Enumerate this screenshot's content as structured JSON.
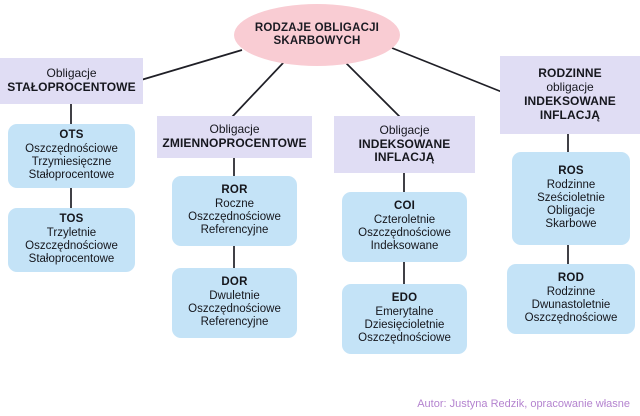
{
  "diagram": {
    "root": {
      "lines": [
        "RODZAJE OBLIGACJI",
        "SKARBOWYCH"
      ],
      "fill": "#f9ccd3"
    },
    "colors": {
      "category_fill": "#e0ddf4",
      "leaf_fill": "#c4e3f7",
      "edge": "#1f1f26",
      "text": "#15161c",
      "credit": "#b483cf",
      "background": "#ffffff"
    },
    "branches": [
      {
        "id": "stalo",
        "header": {
          "lines": [
            {
              "text": "Obligacje",
              "bold": false
            },
            {
              "text": "STAŁOPROCENTOWE",
              "bold": true
            }
          ]
        },
        "leaves": [
          {
            "title": "OTS",
            "lines": [
              "Oszczędnościowe",
              "Trzymiesięczne",
              "Stałoprocentowe"
            ]
          },
          {
            "title": "TOS",
            "lines": [
              "Trzyletnie",
              "Oszczędnościowe",
              "Stałoprocentowe"
            ]
          }
        ]
      },
      {
        "id": "zmienno",
        "header": {
          "lines": [
            {
              "text": "Obligacje",
              "bold": false
            },
            {
              "text": "ZMIENNOPROCENTOWE",
              "bold": true
            }
          ]
        },
        "leaves": [
          {
            "title": "ROR",
            "lines": [
              "Roczne",
              "Oszczędnościowe",
              "Referencyjne"
            ]
          },
          {
            "title": "DOR",
            "lines": [
              "Dwuletnie",
              "Oszczędnościowe",
              "Referencyjne"
            ]
          }
        ]
      },
      {
        "id": "indeks",
        "header": {
          "lines": [
            {
              "text": "Obligacje",
              "bold": false
            },
            {
              "text": "INDEKSOWANE",
              "bold": true
            },
            {
              "text": "INFLACJĄ",
              "bold": true
            }
          ]
        },
        "leaves": [
          {
            "title": "COI",
            "lines": [
              "Czteroletnie",
              "Oszczędnościowe",
              "Indeksowane"
            ]
          },
          {
            "title": "EDO",
            "lines": [
              "Emerytalne",
              "Dziesięcioletnie",
              "Oszczędnościowe"
            ]
          }
        ]
      },
      {
        "id": "rodzinne",
        "header": {
          "lines": [
            {
              "text": "RODZINNE",
              "bold": true
            },
            {
              "text": "obligacje",
              "bold": false
            },
            {
              "text": "INDEKSOWANE",
              "bold": true
            },
            {
              "text": "INFLACJĄ",
              "bold": true
            }
          ]
        },
        "leaves": [
          {
            "title": "ROS",
            "lines": [
              "Rodzinne",
              "Sześcioletnie",
              "Obligacje",
              "Skarbowe"
            ]
          },
          {
            "title": "ROD",
            "lines": [
              "Rodzinne",
              "Dwunastoletnie",
              "Oszczędnościowe"
            ]
          }
        ]
      }
    ],
    "credit": "Autor: Justyna Redzik, opracowanie własne"
  }
}
